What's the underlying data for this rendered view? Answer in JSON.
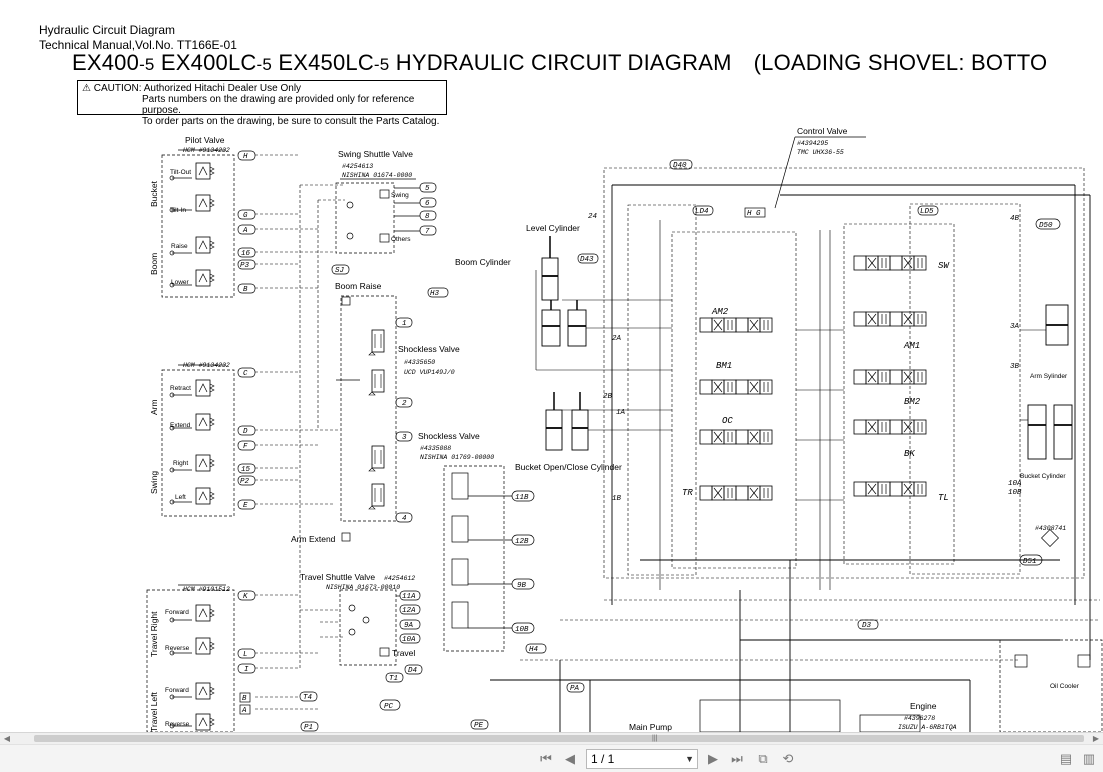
{
  "header": {
    "line1": "Hydraulic Circuit Diagram",
    "line2": "Technical Manual,Vol.No. TT166E-01"
  },
  "title": {
    "m1": "EX400",
    "s1": "-5",
    "m2": "EX400LC",
    "s2": "-5",
    "m3": "EX450LC",
    "s3": "-5",
    "main": "HYDRAULIC CIRCUIT DIAGRAM",
    "paren": "(LOADING SHOVEL: BOTTO"
  },
  "caution": {
    "line1": "CAUTION: Authorized Hitachi Dealer Use Only",
    "line2": "Parts numbers on the drawing are provided only for reference purpose.",
    "line3": "To order parts on the drawing, be sure to consult the Parts Catalog."
  },
  "labels": {
    "pilot_valve": "Pilot Valve",
    "hcm1": "HCM #9134232",
    "hcm2": "HCM #9134232",
    "hcm3": "HCM #9101512",
    "bucket": "Bucket",
    "boom": "Boom",
    "arm": "Arm",
    "swing": "Swing",
    "travel_right": "Travel Right",
    "travel_left": "Travel Left",
    "tilt_out": "Tilt-Out",
    "tilt_in": "Tilt-In",
    "raise": "Raise",
    "lower": "Lower",
    "retract": "Retract",
    "extend": "Extend",
    "right": "Right",
    "left": "Left",
    "forward": "Forward",
    "reverse": "Reverse",
    "swing_shuttle": "Swing Shuttle Valve",
    "swing_shuttle_no": "#4254613",
    "swing_shuttle_mfr": "NISHINA 01674-0000",
    "ps_swing": "Swing",
    "ps_others": "Others",
    "boom_raise": "Boom Raise",
    "shockless1": "Shockless Valve",
    "shockless1_no": "#4335650",
    "shockless1_mfr": "UCD VUP149J/0",
    "shockless2": "Shockless Valve",
    "shockless2_no": "#4335088",
    "shockless2_mfr": "NISHINA 01769-00000",
    "arm_extend": "Arm Extend",
    "travel_shuttle": "Travel Shuttle Valve",
    "travel_shuttle_no": "#4254612",
    "travel_shuttle_mfr": "NISHINA 01673-00010",
    "travel": "Travel",
    "level_cylinder": "Level Cylinder",
    "boom_cylinder": "Boom Cylinder",
    "bucket_open_close": "Bucket Open/Close Cylinder",
    "control_valve": "Control Valve",
    "control_valve_no": "#4394295",
    "control_valve_mfr": "TMC UHX36-55",
    "am2": "AM2",
    "bm1": "BM1",
    "oc": "OC",
    "tr": "TR",
    "sw": "SW",
    "am1": "AM1",
    "bm2": "BM2",
    "bk": "BK",
    "tl": "TL",
    "arm_cylinder": "Arm Sylinder",
    "bucket_cylinder": "Bucket Cylinder",
    "part_4308741": "#4308741",
    "oil_cooler": "Oil Cooler",
    "engine": "Engine",
    "engine_no": "#4396278",
    "engine_mfr": "ISUZU A-6RB1TQA",
    "main_pump": "Main Pump"
  },
  "tags": {
    "H": "H",
    "G": "G",
    "A": "A",
    "16": "16",
    "P3": "P3",
    "B": "B",
    "C": "C",
    "D": "D",
    "F": "F",
    "15": "15",
    "P2": "P2",
    "E": "E",
    "K": "K",
    "L": "L",
    "I": "I",
    "n5": "5",
    "n6": "6",
    "n8": "8",
    "n7": "7",
    "SJ": "SJ",
    "H3": "H3",
    "c1": "1",
    "c2": "2",
    "c3": "3",
    "c4": "4",
    "11B": "11B",
    "12B": "12B",
    "9B": "9B",
    "10B": "10B",
    "H4": "H4",
    "11A": "11A",
    "12A": "12A",
    "9A": "9A",
    "10A": "10A",
    "T4": "T4",
    "D4": "D4",
    "T1": "T1",
    "PC": "PC",
    "P1": "P1",
    "PE": "PE",
    "PA": "PA",
    "D40": "D40",
    "LD4": "LD4",
    "HG": "H G",
    "LD5": "LD5",
    "D50": "D50",
    "D43": "D43",
    "D3": "D3",
    "D51": "D51",
    "24": "24",
    "2A": "2A",
    "2B": "2B",
    "1A": "1A",
    "1B": "1B",
    "4B": "4B",
    "3A": "3A",
    "3B": "3B",
    "10A_r": "10A",
    "10B_r": "10B"
  },
  "toolbar": {
    "page_value": "1 / 1"
  },
  "icons": {
    "first": "first-page-icon",
    "prev": "prev-page-icon",
    "next": "next-page-icon",
    "last": "last-page-icon",
    "fit": "fit-page-icon",
    "rotate": "rotate-icon",
    "single": "single-page-icon",
    "double": "two-page-icon"
  }
}
